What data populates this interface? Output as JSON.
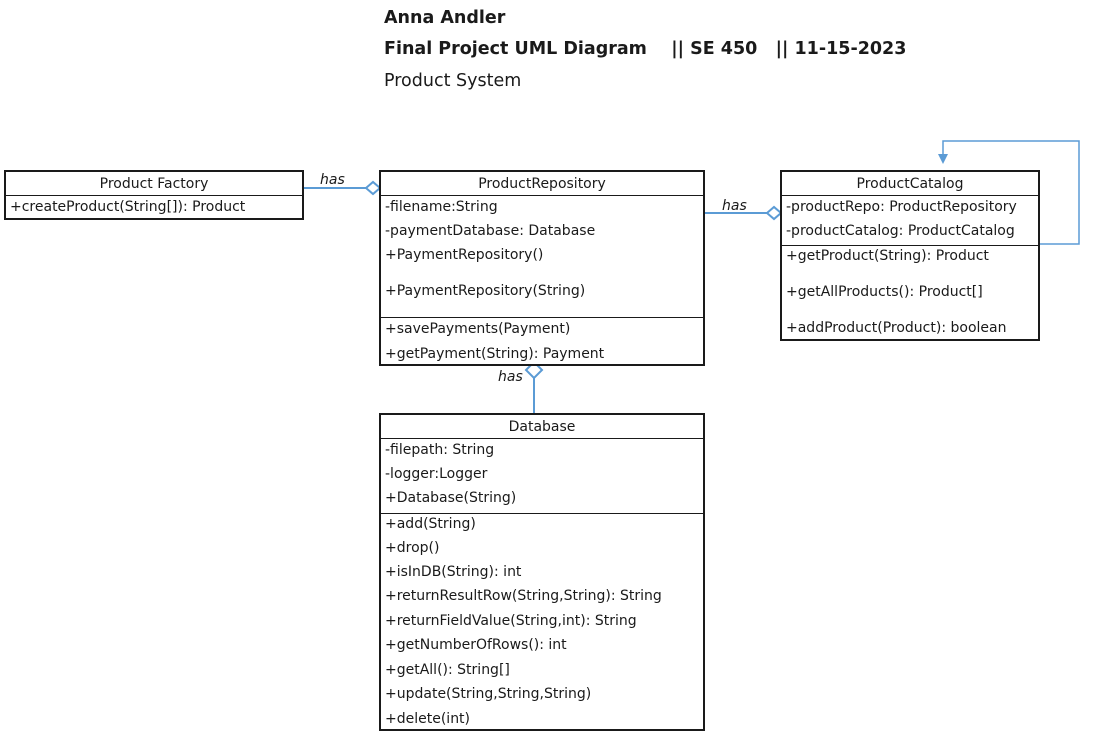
{
  "header": {
    "author": "Anna Andler",
    "title_line": "Final Project UML Diagram    || SE 450   || 11-15-2023",
    "subtitle": "Product System"
  },
  "colors": {
    "link": "#5b9bd5",
    "border": "#1a1a1a"
  },
  "classes": {
    "factory": {
      "name": "Product Factory",
      "attributes": [],
      "operations": [
        "+createProduct(String[]): Product"
      ]
    },
    "repository": {
      "name": "ProductRepository",
      "attributes": [
        "-filename:String",
        "-paymentDatabase: Database",
        "+PaymentRepository()",
        "+PaymentRepository(String)"
      ],
      "operations": [
        "+savePayments(Payment)",
        "+getPayment(String): Payment"
      ]
    },
    "catalog": {
      "name": "ProductCatalog",
      "attributes": [
        "-productRepo: ProductRepository",
        "-productCatalog: ProductCatalog"
      ],
      "operations": [
        "+getProduct(String): Product",
        "+getAllProducts(): Product[]",
        "+addProduct(Product): boolean"
      ]
    },
    "database": {
      "name": "Database",
      "attributes": [
        "-filepath: String",
        "-logger:Logger",
        "+Database(String)"
      ],
      "operations": [
        "+add(String)",
        "+drop()",
        "+isInDB(String): int",
        "+returnResultRow(String,String): String",
        "+returnFieldValue(String,int): String",
        "+getNumberOfRows(): int",
        "+getAll(): String[]",
        "+update(String,String,String)",
        "+delete(int)"
      ]
    }
  },
  "relations": {
    "factory_repo": "has",
    "repo_catalog": "has",
    "repo_database": "has"
  }
}
